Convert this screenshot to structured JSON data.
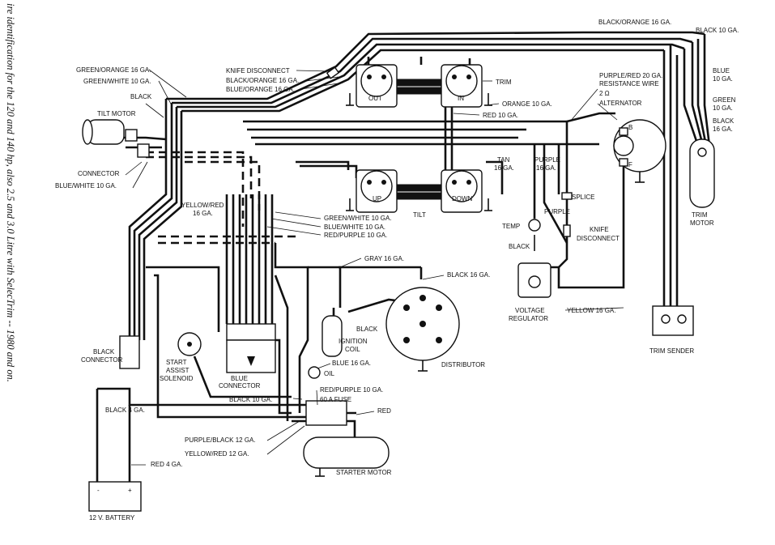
{
  "caption": "ire identification for the 120 and 140 hp, also 2.5 and 3.0 Litre with SelecTrim -- 1980 and on.",
  "labels": {
    "black_orange_16_top": "BLACK/ORANGE 16 GA.",
    "black_10_top": "BLACK 10 GA.",
    "blue_10": [
      "BLUE",
      "10 GA."
    ],
    "green_10": [
      "GREEN",
      "10 GA."
    ],
    "black_16_right": [
      "BLACK",
      "16 GA."
    ],
    "trim_motor": [
      "TRIM",
      "MOTOR"
    ],
    "green_orange_16": "GREEN/ORANGE 16 GA.",
    "green_white_10_left": "GREEN/WHITE 10 GA.",
    "knife_disconnect_top": "KNIFE DISCONNECT",
    "black_orange_16": "BLACK/ORANGE 16 GA.",
    "blue_orange_16": "BLUE/ORANGE 16 GA.",
    "black_left": "BLACK",
    "tilt_motor": "TILT MOTOR",
    "connector": "CONNECTOR",
    "blue_white_10": "BLUE/WHITE 10 GA.",
    "trim": "TRIM",
    "purple_red_20": [
      "PURPLE/RED 20 GA.",
      "RESISTANCE WIRE",
      "2 Ω"
    ],
    "alternator": "ALTERNATOR",
    "orange_10": "ORANGE 10 GA.",
    "red_10": "RED 10 GA.",
    "out": "OUT",
    "in": "IN",
    "up": "UP",
    "down": "DOWN",
    "tan_16": [
      "TAN",
      "16 GA."
    ],
    "purple_16": [
      "PURPLE",
      "16 GA."
    ],
    "splice": "SPLICE",
    "tilt": "TILT",
    "yellow_red_16": [
      "YELLOW/RED",
      "16 GA."
    ],
    "green_white_10": "GREEN/WHITE 10 GA.",
    "blue_white_10_mid": "BLUE/WHITE 10 GA.",
    "red_purple_10_mid": "RED/PURPLE 10 GA.",
    "temp": "TEMP",
    "purple": "PURPLE",
    "knife_disconnect_right": [
      "KNIFE",
      "DISCONNECT"
    ],
    "black_mid_right": "BLACK",
    "gray_16": "GRAY 16 GA.",
    "black_16_mid": "BLACK 16 GA.",
    "voltage_regulator": [
      "VOLTAGE",
      "REGULATOR"
    ],
    "yellow_16": "YELLOW 16 GA.",
    "trim_sender": "TRIM SENDER",
    "black_connector": [
      "BLACK",
      "CONNECTOR"
    ],
    "black_coil": "BLACK",
    "ignition_coil": [
      "IGNITION",
      "COIL"
    ],
    "distributor": "DISTRIBUTOR",
    "blue_connector": [
      "BLUE",
      "CONNECTOR"
    ],
    "start_assist_solenoid": [
      "START",
      "ASSIST",
      "SOLENOID"
    ],
    "blue_16": "BLUE 16 GA.",
    "oil": "OIL",
    "black_10_mid": "BLACK 10 GA.",
    "red_purple_10_low": "RED/PURPLE 10 GA.",
    "fuse_60a": "60 A FUSE",
    "red": "RED",
    "black_4": "BLACK 4 GA.",
    "purple_black_12": "PURPLE/BLACK 12 GA.",
    "yellow_red_12": "YELLOW/RED 12 GA.",
    "starter_motor": "STARTER MOTOR",
    "red_4": "RED 4 GA.",
    "battery": "12 V. BATTERY",
    "minus": "-",
    "plus": "+",
    "alt_b": "B",
    "alt_f": "F"
  }
}
